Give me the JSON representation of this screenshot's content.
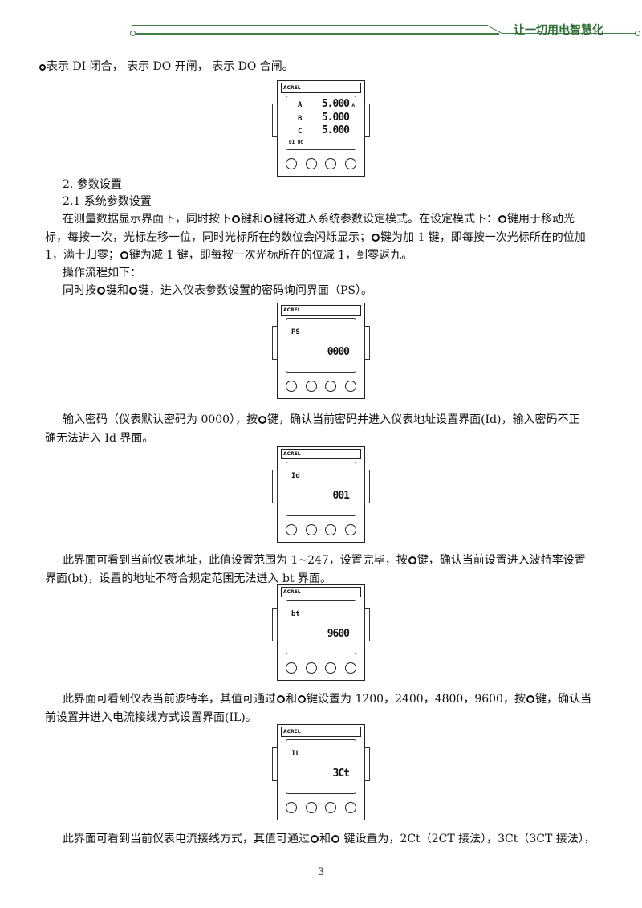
{
  "header": {
    "slogan": "让一切用电智慧化"
  },
  "intro": {
    "line": "表示 DI 闭合，  表示 DO 开闸，    表示 DO 合闸。"
  },
  "section": {
    "title": "2. 参数设置",
    "subtitle": "2.1 系统参数设置"
  },
  "paragraphs": {
    "p1a": "在测量数据显示界面下，同时按下",
    "p1b": "键和",
    "p1c": "键将进入系统参数设定模式。在设定模式下：",
    "p1d": "键用于移动光",
    "p2a": "标，每按一次，光标左移一位，同时光标所在的数位会闪烁显示；",
    "p2b": "键为加 1 键，即每按一次光标所在的位加",
    "p3a": "1，满十归零；",
    "p3b": "键为减 1 键，即每按一次光标所在的位减 1，到零返九。",
    "p4": "操作流程如下：",
    "p5a": "同时按",
    "p5b": "键和",
    "p5c": "键，进入仪表参数设置的密码询问界面（PS）。",
    "p6a": "输入密码（仪表默认密码为 0000），按",
    "p6b": "键，确认当前密码并进入仪表地址设置界面(Id)，输入密码不正",
    "p7": "确无法进入 Id 界面。",
    "p8a": "此界面可看到当前仪表地址，此值设置范围为 1~247，设置完毕，按",
    "p8b": "键，确认当前设置进入波特率设置",
    "p9": "界面(bt)，设置的地址不符合规定范围无法进入 bt 界面。",
    "p10a": "此界面可看到仪表当前波特率，其值可通过",
    "p10b": "和",
    "p10c": "键设置为 1200，2400，4800，9600，按",
    "p10d": "键，确认当",
    "p11": "前设置并进入电流接线方式设置界面(IL)。",
    "p12a": "此界面可看到当前仪表电流接线方式，其值可通过",
    "p12b": "和",
    "p12c": " 键设置为，2Ct（2CT 接法），3Ct（3CT 接法），"
  },
  "devices": [
    {
      "logo": "ACREL",
      "rows": [
        {
          "label": "A",
          "value": "5.000"
        },
        {
          "label": "B",
          "value": "5.000"
        },
        {
          "label": "C",
          "value": "5.000"
        }
      ],
      "unit": "A",
      "status": "DI DO"
    },
    {
      "logo": "ACREL",
      "label": "PS",
      "value": "0000"
    },
    {
      "logo": "ACREL",
      "label": "Id",
      "value": "001"
    },
    {
      "logo": "ACREL",
      "label": "bt",
      "value": "9600"
    },
    {
      "logo": "ACREL",
      "label": "IL",
      "value": "3Ct"
    }
  ],
  "page_number": "3"
}
